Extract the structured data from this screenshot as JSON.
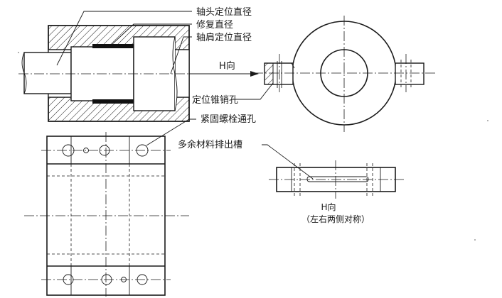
{
  "labels": {
    "shaft_head_diameter": "轴头定位直径",
    "repair_diameter": "修复直径",
    "shoulder_diameter": "轴肩定位直径",
    "view_arrow": "H向",
    "dowel_hole": "定位锥销孔",
    "bolt_hole": "紧固螺栓通孔",
    "relief_groove": "多余材料排出槽",
    "view_h_title": "H向",
    "view_h_note": "（左右两侧对称）"
  }
}
